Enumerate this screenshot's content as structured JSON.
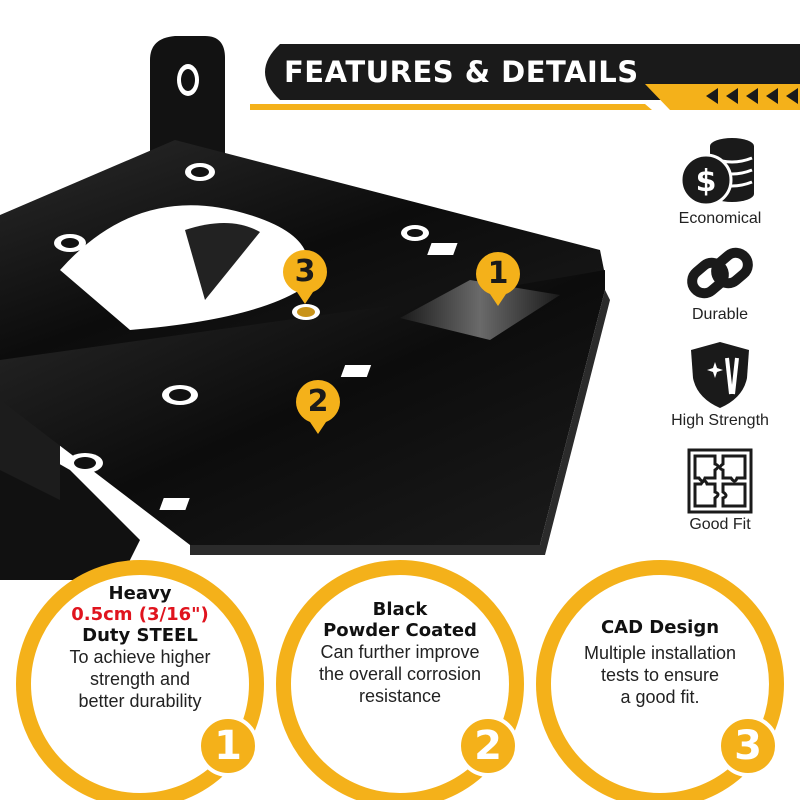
{
  "header": {
    "title": "FEATURES & DETAILS"
  },
  "features": [
    {
      "label": "Economical",
      "icon": "coins-dollar-icon"
    },
    {
      "label": "Durable",
      "icon": "chain-link-icon"
    },
    {
      "label": "High Strength",
      "icon": "shield-icon"
    },
    {
      "label": "Good Fit",
      "icon": "puzzle-icon"
    }
  ],
  "callouts": {
    "pin1": "1",
    "pin2": "2",
    "pin3": "3"
  },
  "details": [
    {
      "number": "1",
      "line1": "Heavy",
      "line2": "0.5cm (3/16\")",
      "line3": "Duty STEEL",
      "body": [
        "To achieve higher",
        "strength and",
        "better durability"
      ]
    },
    {
      "number": "2",
      "line1": "Black",
      "line2": "Powder Coated",
      "body": [
        "Can further improve",
        "the overall corrosion",
        "resistance"
      ]
    },
    {
      "number": "3",
      "line1": "CAD Design",
      "body": [
        "Multiple installation",
        "tests to ensure",
        "a good fit."
      ]
    }
  ],
  "colors": {
    "accent": "#f4b11a",
    "dark": "#1a1a1a",
    "highlight_red": "#e0141e"
  }
}
